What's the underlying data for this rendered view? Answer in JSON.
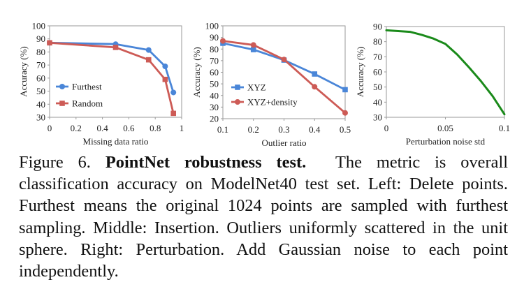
{
  "chart_data": [
    {
      "type": "line",
      "xlabel": "Missing data ratio",
      "ylabel": "Accuracy (%)",
      "xlim": [
        0,
        1
      ],
      "ylim": [
        30,
        100
      ],
      "xticks": [
        "0",
        "0.2",
        "0.4",
        "0.6",
        "0.8",
        "1"
      ],
      "yticks": [
        "30",
        "40",
        "50",
        "60",
        "70",
        "80",
        "90",
        "100"
      ],
      "grid": false,
      "legend": "bottom-left",
      "series": [
        {
          "name": "Furthest",
          "color": "#4a86d8",
          "marker": "circle",
          "points": [
            [
              0,
              87
            ],
            [
              0.5,
              86
            ],
            [
              0.75,
              81.5
            ],
            [
              0.875,
              69
            ],
            [
              0.9375,
              49
            ]
          ]
        },
        {
          "name": "Random",
          "color": "#cd5b56",
          "marker": "square",
          "points": [
            [
              0,
              87
            ],
            [
              0.5,
              83.5
            ],
            [
              0.75,
              74
            ],
            [
              0.875,
              59
            ],
            [
              0.9375,
              33
            ]
          ]
        }
      ]
    },
    {
      "type": "line",
      "xlabel": "Outlier ratio",
      "ylabel": "Accuracy (%)",
      "xlim": [
        0.1,
        0.5
      ],
      "ylim": [
        20,
        100
      ],
      "xticks": [
        "0.1",
        "0.2",
        "0.3",
        "0.4",
        "0.5"
      ],
      "yticks": [
        "20",
        "30",
        "40",
        "50",
        "60",
        "70",
        "80",
        "90",
        "100"
      ],
      "grid": false,
      "legend": "bottom-left",
      "series": [
        {
          "name": "XYZ",
          "color": "#4a86d8",
          "marker": "square",
          "points": [
            [
              0.1,
              85
            ],
            [
              0.2,
              79.5
            ],
            [
              0.3,
              70.5
            ],
            [
              0.4,
              58.5
            ],
            [
              0.5,
              45
            ]
          ]
        },
        {
          "name": "XYZ+density",
          "color": "#cd5b56",
          "marker": "circle",
          "points": [
            [
              0.1,
              87
            ],
            [
              0.2,
              83.5
            ],
            [
              0.3,
              71
            ],
            [
              0.4,
              47.5
            ],
            [
              0.5,
              25
            ]
          ]
        }
      ]
    },
    {
      "type": "line",
      "xlabel": "Perturbation noise std",
      "ylabel": "Accuracy (%)",
      "xlim": [
        0,
        0.1
      ],
      "ylim": [
        30,
        90
      ],
      "xticks": [
        "0",
        "0.05",
        "0.1"
      ],
      "yticks": [
        "30",
        "40",
        "50",
        "60",
        "70",
        "80",
        "90"
      ],
      "grid": false,
      "legend": "none",
      "series": [
        {
          "color": "#1a8a1a",
          "marker": "none",
          "points": [
            [
              0,
              87.5
            ],
            [
              0.01,
              87
            ],
            [
              0.02,
              86.5
            ],
            [
              0.03,
              84.5
            ],
            [
              0.04,
              82
            ],
            [
              0.05,
              78.5
            ],
            [
              0.06,
              71.5
            ],
            [
              0.07,
              63
            ],
            [
              0.08,
              54
            ],
            [
              0.09,
              44
            ],
            [
              0.1,
              32
            ]
          ]
        }
      ]
    }
  ],
  "caption": {
    "prefix": "Figure 6.",
    "title": "PointNet robustness test.",
    "body": "The metric is overall classification accuracy on ModelNet40 test set. Left: Delete points. Furthest means the original 1024 points are sampled with furthest sampling. Middle: Insertion. Outliers uniformly scattered in the unit sphere. Right: Perturbation. Add Gaussian noise to each point independently."
  }
}
